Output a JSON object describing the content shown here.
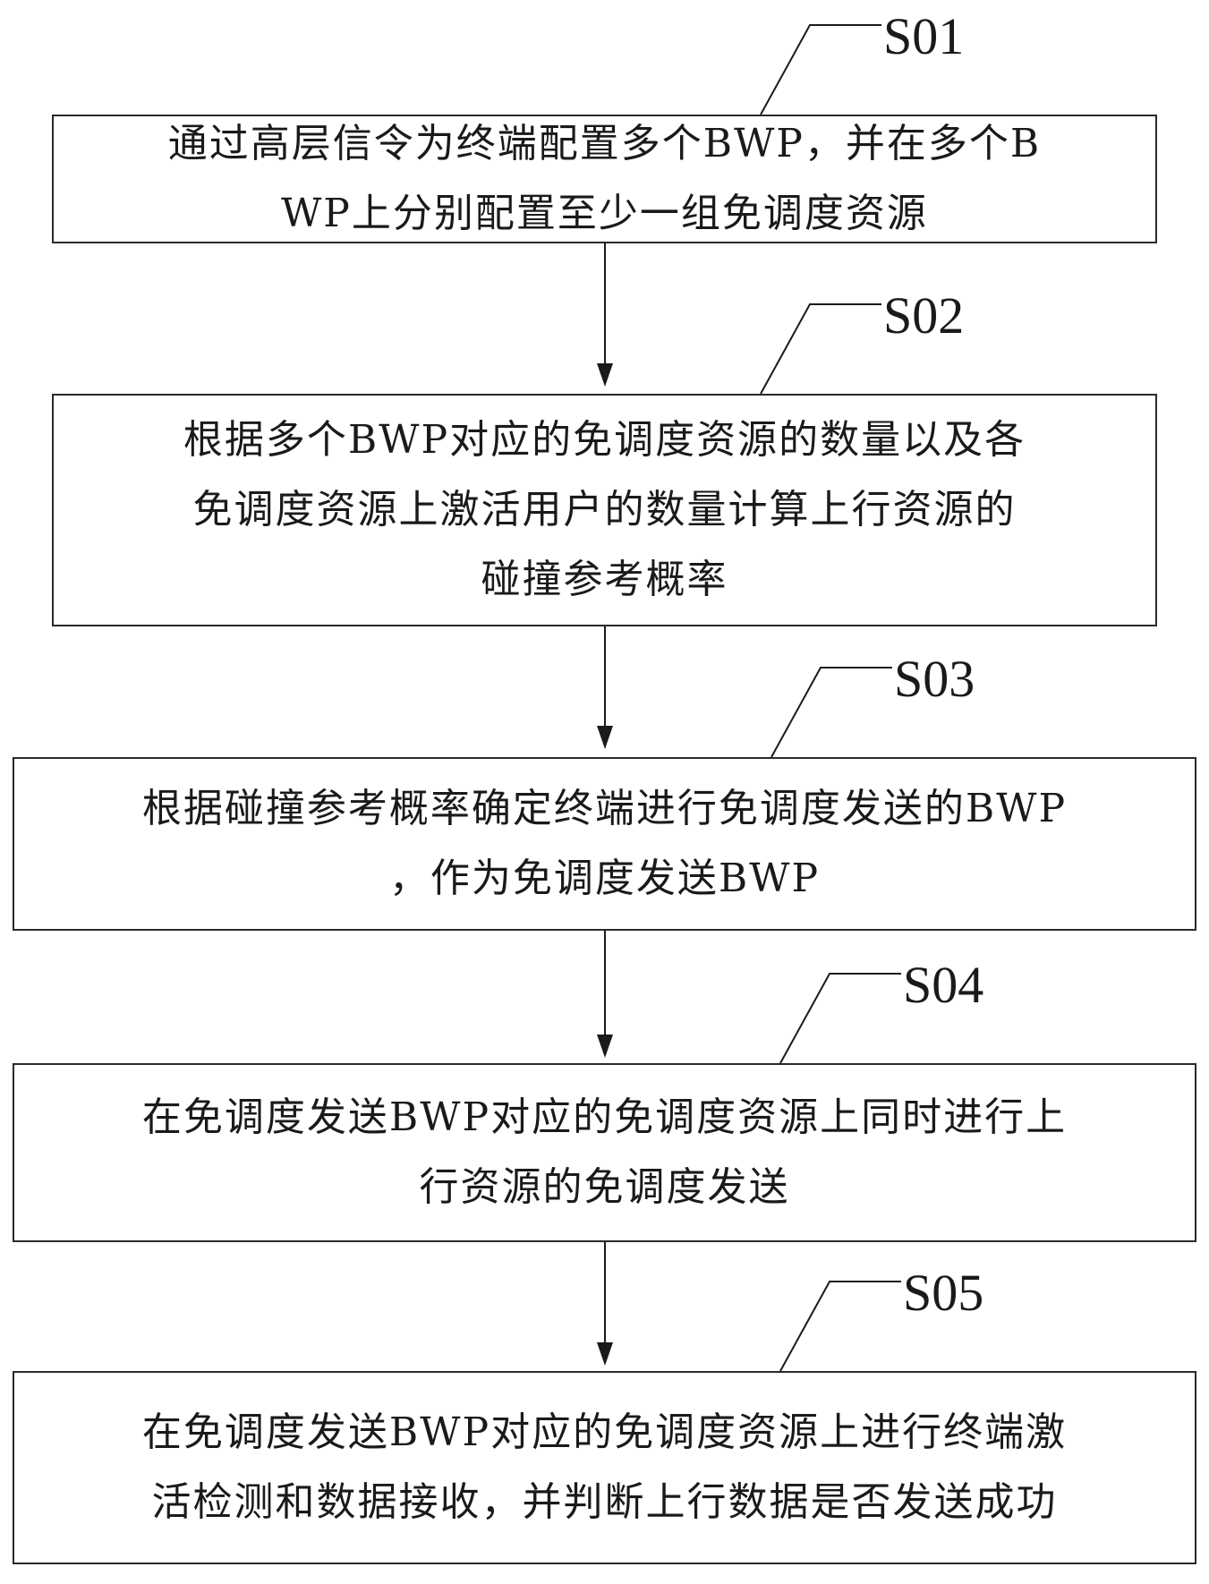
{
  "steps": [
    {
      "id": "S01",
      "lines": [
        "通过高层信令为终端配置多个BWP，并在多个B",
        "WP上分别配置至少一组免调度资源"
      ]
    },
    {
      "id": "S02",
      "lines": [
        "根据多个BWP对应的免调度资源的数量以及各",
        "免调度资源上激活用户的数量计算上行资源的",
        "碰撞参考概率"
      ]
    },
    {
      "id": "S03",
      "lines": [
        "根据碰撞参考概率确定终端进行免调度发送的BWP",
        "，作为免调度发送BWP"
      ]
    },
    {
      "id": "S04",
      "lines": [
        "在免调度发送BWP对应的免调度资源上同时进行上",
        "行资源的免调度发送"
      ]
    },
    {
      "id": "S05",
      "lines": [
        "在免调度发送BWP对应的免调度资源上进行终端激",
        "活检测和数据接收，并判断上行数据是否发送成功"
      ]
    }
  ]
}
